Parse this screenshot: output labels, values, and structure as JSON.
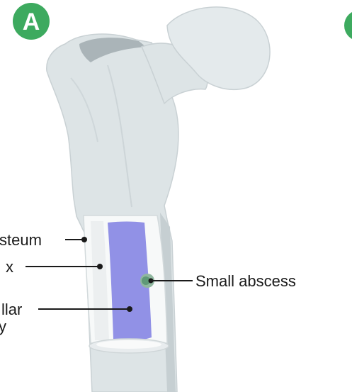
{
  "panels": [
    {
      "badge": "A",
      "color": "#3daa5f"
    },
    {
      "badge": "",
      "color": "#3daa5f"
    }
  ],
  "labels": {
    "periosteum": "steum",
    "cortex": "x",
    "medullary_line1": "llar",
    "medullary_line2": "y",
    "abscess": "Small abscess"
  },
  "colors": {
    "bone": "#dde4e6",
    "bone_shadow": "#c6cfd2",
    "cavity_wall": "#f7f9f9",
    "marrow": "#9191e6",
    "abscess": "#5f9977",
    "leader": "#1a1a1a"
  }
}
